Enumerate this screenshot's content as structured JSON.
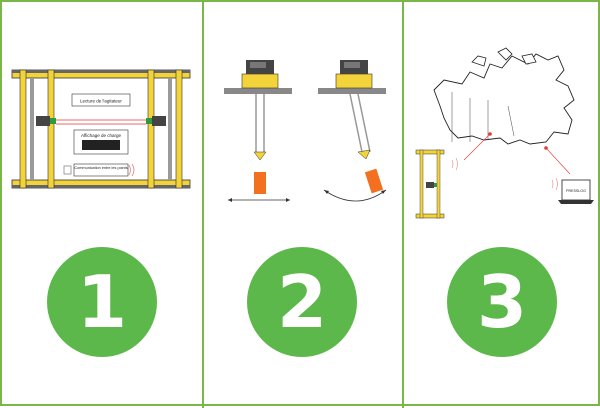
{
  "panels": [
    {
      "number": "1",
      "labels": {
        "top_box": "Lecture de l'agitateur",
        "middle_box": "Affichage de charge",
        "bottom_box": "Communication entre les points"
      }
    },
    {
      "number": "2"
    },
    {
      "number": "3",
      "laptop_screen_text": "PRESSLOG"
    }
  ],
  "colors": {
    "accent_green": "#5cb84a",
    "border_green": "#7ab648",
    "frame_yellow": "#f2d33a",
    "weight_orange": "#f37021",
    "device_green": "#2e9b3a"
  }
}
